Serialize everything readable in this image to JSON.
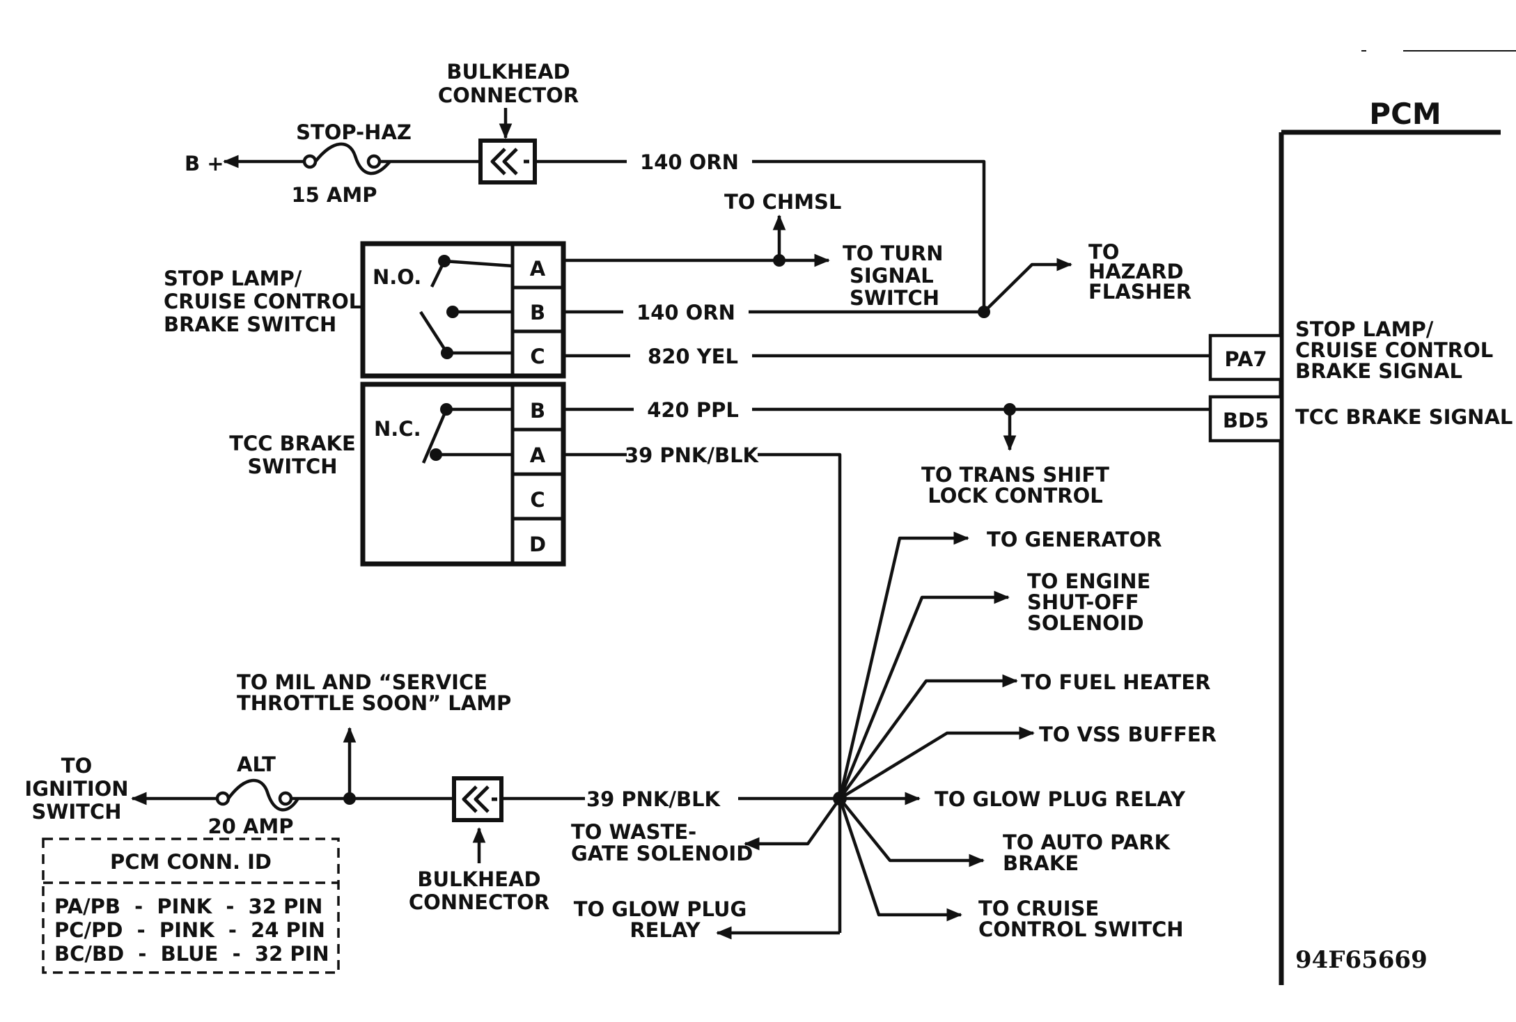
{
  "pcm": {
    "title": "PCM",
    "stop_signal": [
      "STOP LAMP/",
      "CRUISE CONTROL",
      "BRAKE SIGNAL"
    ],
    "tcc_signal": "TCC BRAKE SIGNAL",
    "pin_pa7": "PA7",
    "pin_bd5": "BD5"
  },
  "top": {
    "b_plus": "B +",
    "fuse_name": "STOP-HAZ",
    "fuse_rating": "15 AMP",
    "bulkhead": [
      "BULKHEAD",
      "CONNECTOR"
    ],
    "wire_140": "140 ORN"
  },
  "stop_switch": {
    "label": [
      "STOP LAMP/",
      "CRUISE CONTROL",
      "BRAKE SWITCH"
    ],
    "state": "N.O.",
    "pins": [
      "A",
      "B",
      "C"
    ],
    "wire_b": "140 ORN",
    "wire_c": "820 YEL"
  },
  "tcc_switch": {
    "label": [
      "TCC BRAKE",
      "SWITCH"
    ],
    "state": "N.C.",
    "pins": [
      "B",
      "A",
      "C",
      "D"
    ],
    "wire_b": "420 PPL",
    "wire_a": "39 PNK/BLK"
  },
  "destinations": {
    "chmsl": "TO CHMSL",
    "turn": [
      "TO TURN",
      "SIGNAL",
      "SWITCH"
    ],
    "hazard": [
      "TO",
      "HAZARD",
      "FLASHER"
    ],
    "trans": [
      "TO TRANS SHIFT",
      "LOCK CONTROL"
    ],
    "generator": "TO GENERATOR",
    "engine": [
      "TO ENGINE",
      "SHUT-OFF",
      "SOLENOID"
    ],
    "fuel": "TO FUEL HEATER",
    "vss": "TO VSS BUFFER",
    "glow_right": "TO GLOW PLUG RELAY",
    "auto_park": [
      "TO AUTO PARK",
      "BRAKE"
    ],
    "cruise": [
      "TO CRUISE",
      "CONTROL SWITCH"
    ],
    "waste": [
      "TO WASTE-",
      "GATE SOLENOID"
    ],
    "glow_left": [
      "TO GLOW PLUG",
      "RELAY"
    ]
  },
  "bottom": {
    "mil": [
      "TO MIL AND “SERVICE",
      "THROTTLE SOON” LAMP"
    ],
    "ignition": [
      "TO",
      "IGNITION",
      "SWITCH"
    ],
    "fuse_name": "ALT",
    "fuse_rating": "20 AMP",
    "bulkhead": [
      "BULKHEAD",
      "CONNECTOR"
    ],
    "wire_39": "39  PNK/BLK"
  },
  "legend": {
    "title": "PCM CONN. ID",
    "rows": [
      "PA/PB  -  PINK  -  32 PIN",
      "PC/PD  -  PINK  -  24 PIN",
      "BC/BD  -  BLUE  -  32 PIN"
    ]
  },
  "figure_code": "94F65669"
}
